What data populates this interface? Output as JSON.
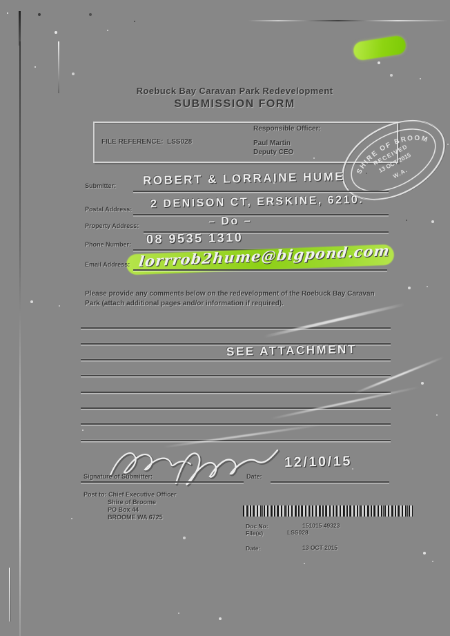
{
  "document": {
    "title_line1": "Roebuck Bay Caravan Park Redevelopment",
    "title_line2": "SUBMISSION FORM",
    "file_reference_label": "FILE REFERENCE:",
    "file_reference_value": "LSS028",
    "responsible_officer_label": "Responsible Officer:",
    "responsible_officer_name": "Paul Martin",
    "responsible_officer_title": "Deputy CEO",
    "fields": {
      "submitter_label": "Submitter:",
      "submitter_value": "ROBERT & LORRAINE HUME",
      "postal_label": "Postal Address:",
      "postal_value": "2 DENISON CT, ERSKINE, 6210.",
      "property_label": "Property Address:",
      "property_value": "– Do –",
      "phone_label": "Phone Number:",
      "phone_value": "08 9535 1310",
      "email_label": "Email Address:",
      "email_value": "lorrrob2hume@bigpond.com"
    },
    "comments_prompt": "Please provide any comments below on the redevelopment of the Roebuck Bay Caravan Park (attach additional pages and/or information if required).",
    "comments_value": "SEE ATTACHMENT",
    "signature_label": "Signature of Submitter:",
    "date_label": "Date:",
    "date_value": "12/10/15",
    "post_to": [
      "Post to: Chief Executive Officer",
      "Shire of Broome",
      "PO Box 44",
      "BROOME WA 6725"
    ],
    "stamp": {
      "org": "SHIRE OF BROOME",
      "status": "RECEIVED",
      "date": "13 OCT 2015",
      "state": "W.A."
    },
    "registry": {
      "doc_no_label": "Doc No:",
      "doc_no_value": "151015 49323",
      "file_label": "File(s)",
      "file_value": "LSS028",
      "date_label": "Date:",
      "date_value": "13 OCT 2015"
    },
    "colors": {
      "paper": "#878787",
      "ink": "#383838",
      "highlighter": "#8ed411",
      "stamp_ink": "#f2f2f2"
    }
  }
}
